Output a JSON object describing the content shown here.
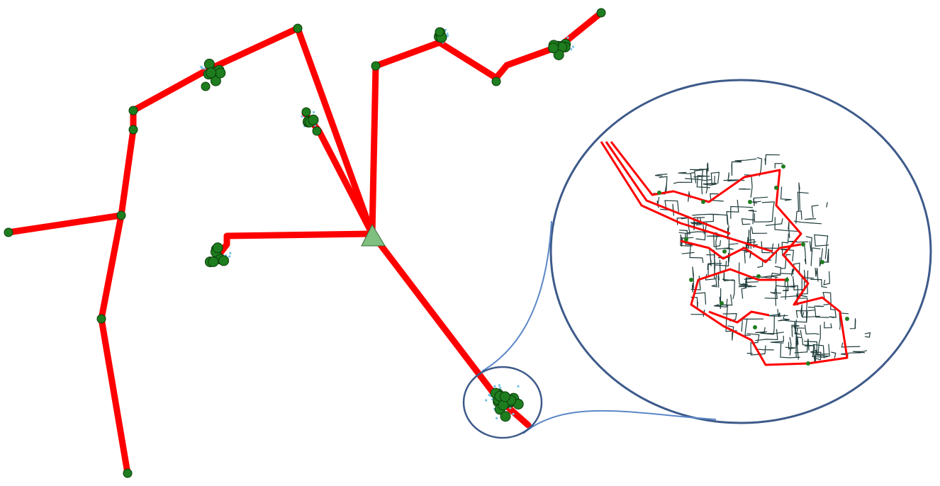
{
  "colors": {
    "background": "#ffffff",
    "route": "#ff0000",
    "route_outline": "#c00000",
    "node_fill": "#1e7d1e",
    "node_stroke": "#0b3d0b",
    "customer_dots": "#6fc3e6",
    "depot_fill": "#7fbf7f",
    "depot_stroke": "#3a6a3a",
    "magnifier": "#3d5a8a",
    "magnifier_connector": "#5b87c7",
    "street_network": "#1f3b3b"
  },
  "icons": {
    "depot": "triangle-icon",
    "stop": "circle-node-icon",
    "cluster": "cluster-icon",
    "zoom": "magnifier-circle-icon"
  },
  "elements": {
    "depot": "depot-marker",
    "routes": "delivery-routes",
    "clusters": "customer-clusters",
    "zoom_inset": "zoomed-street-network-inset"
  }
}
